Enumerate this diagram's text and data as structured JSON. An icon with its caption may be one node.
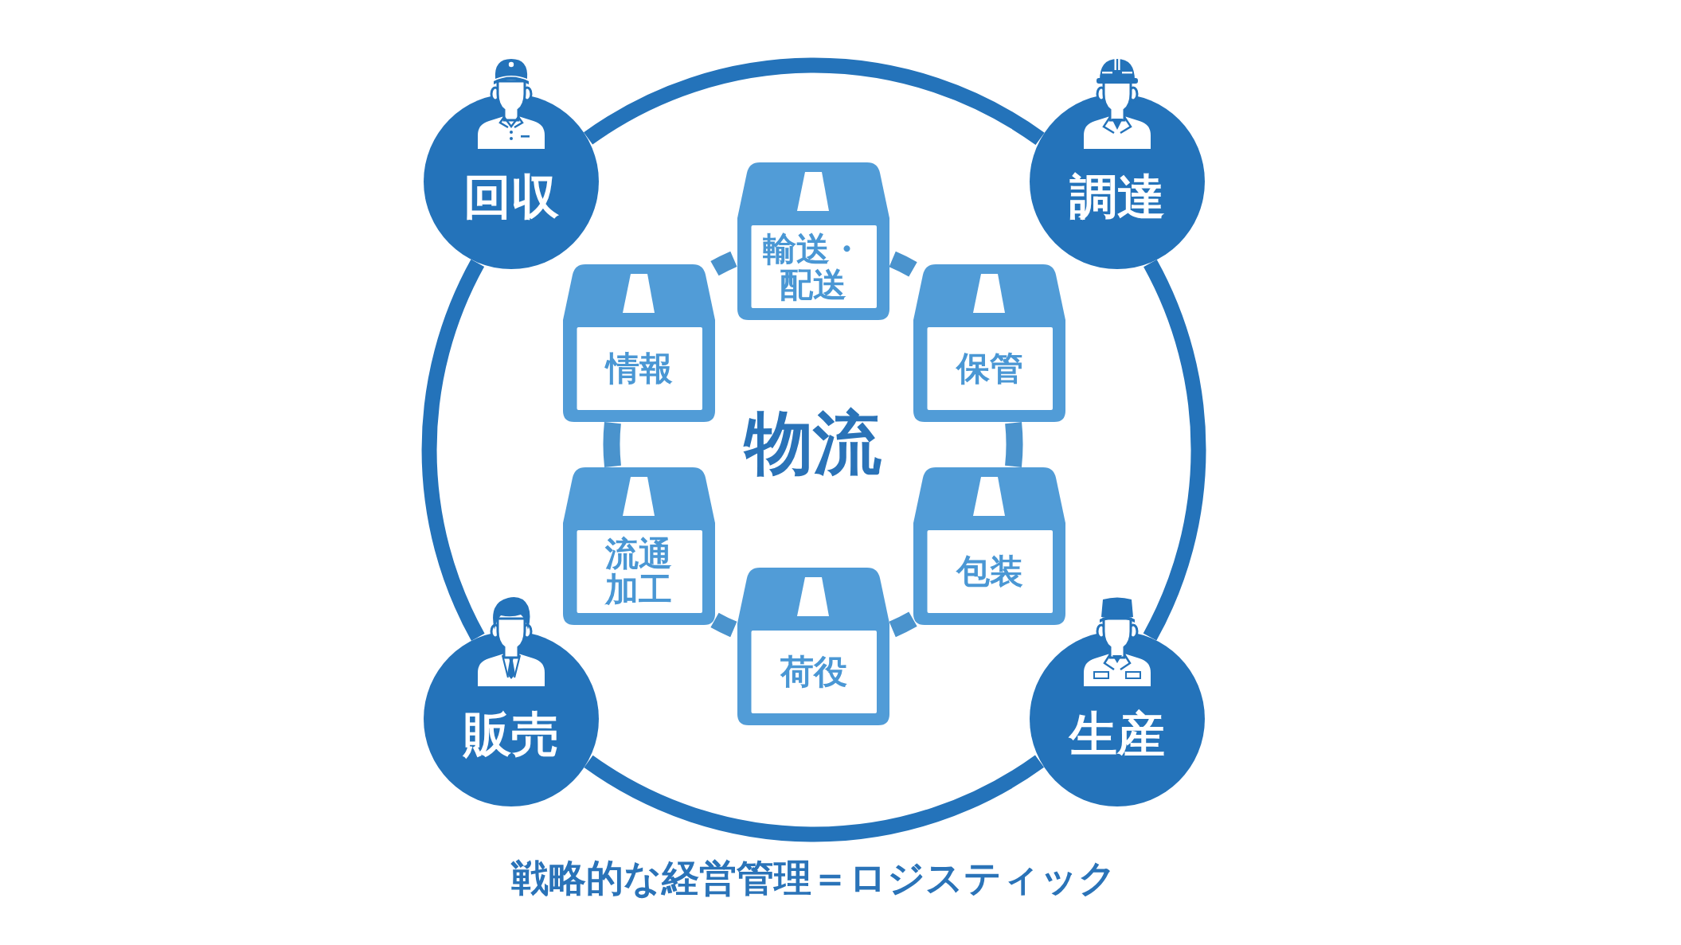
{
  "diagram": {
    "caption": "戦略的な経営管理＝ロジスティック",
    "nodes": [
      {
        "text": [
          "回収"
        ]
      },
      {
        "text": [
          "調達"
        ]
      },
      {
        "text": [
          "輸送・配送"
        ]
      },
      {
        "text": [
          "情報"
        ]
      },
      {
        "text": [
          "保管"
        ]
      },
      {
        "text": [
          "流通加工"
        ]
      },
      {
        "text": [
          "包装"
        ]
      },
      {
        "text": [
          "荷役"
        ]
      },
      {
        "text": [
          "販売"
        ]
      },
      {
        "text": [
          "生産"
        ]
      }
    ],
    "edges": [
      {
        "from": 0,
        "to": 1,
        "arrow": "none",
        "color": "#2473ba"
      },
      {
        "from": 1,
        "to": 9,
        "arrow": "none",
        "color": "#2473ba"
      },
      {
        "from": 9,
        "to": 8,
        "arrow": "none",
        "color": "#2473ba"
      },
      {
        "from": 8,
        "to": 0,
        "arrow": "none",
        "color": "#2473ba"
      },
      {
        "from": 2,
        "to": 4,
        "arrow": "none"
      },
      {
        "from": 4,
        "to": 6,
        "arrow": "none"
      },
      {
        "from": 6,
        "to": 7,
        "arrow": "none"
      },
      {
        "from": 7,
        "to": 5,
        "arrow": "none"
      },
      {
        "from": 5,
        "to": 3,
        "arrow": "none"
      },
      {
        "from": 3,
        "to": 2,
        "arrow": "none"
      }
    ],
    "labels": [
      "物流"
    ]
  }
}
